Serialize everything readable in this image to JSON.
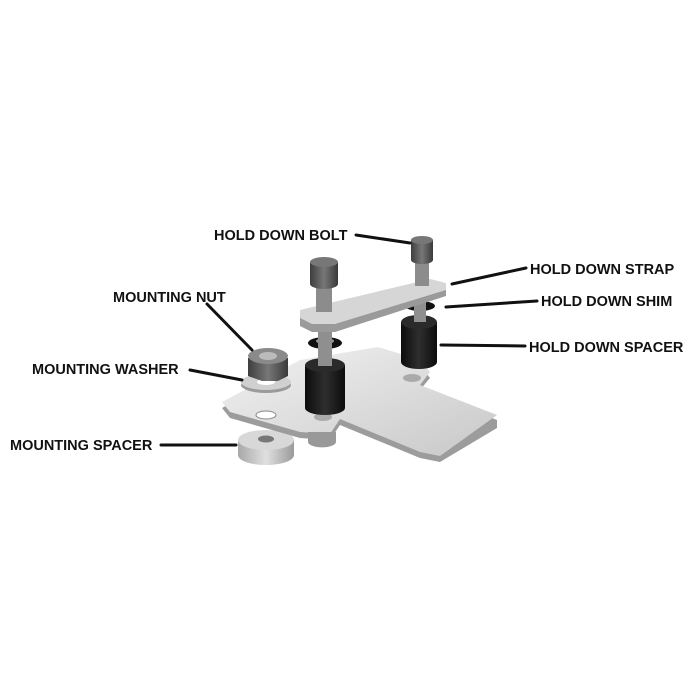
{
  "labels": {
    "hold_down_bolt": "HOLD DOWN BOLT",
    "hold_down_strap": "HOLD DOWN STRAP",
    "hold_down_shim": "HOLD DOWN SHIM",
    "hold_down_spacer": "HOLD DOWN SPACER",
    "mounting_nut": "MOUNTING NUT",
    "mounting_washer": "MOUNTING WASHER",
    "mounting_spacer": "MOUNTING SPACER"
  },
  "colors": {
    "plate": "#d9d9d9",
    "spacer": "#1a1a1a",
    "bolt": "#5a5a5a",
    "leader": "#111111"
  }
}
